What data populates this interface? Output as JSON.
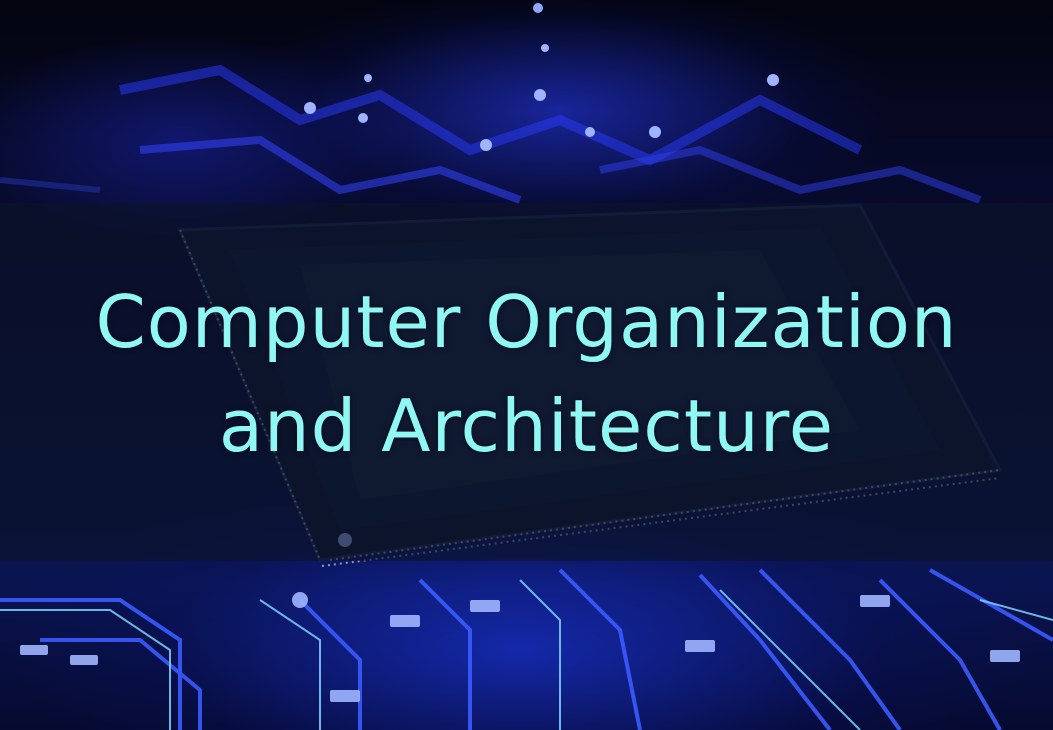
{
  "title": {
    "line1": "Computer Organization",
    "line2": "and Architecture"
  },
  "colors": {
    "title_text": "#8ff8f4",
    "band_overlay": "#0c1428",
    "circuit_glow": "#2f4dff",
    "trace_cyan": "#6fd0ff"
  },
  "background": {
    "subject": "circuit-board-with-processor-chip"
  }
}
